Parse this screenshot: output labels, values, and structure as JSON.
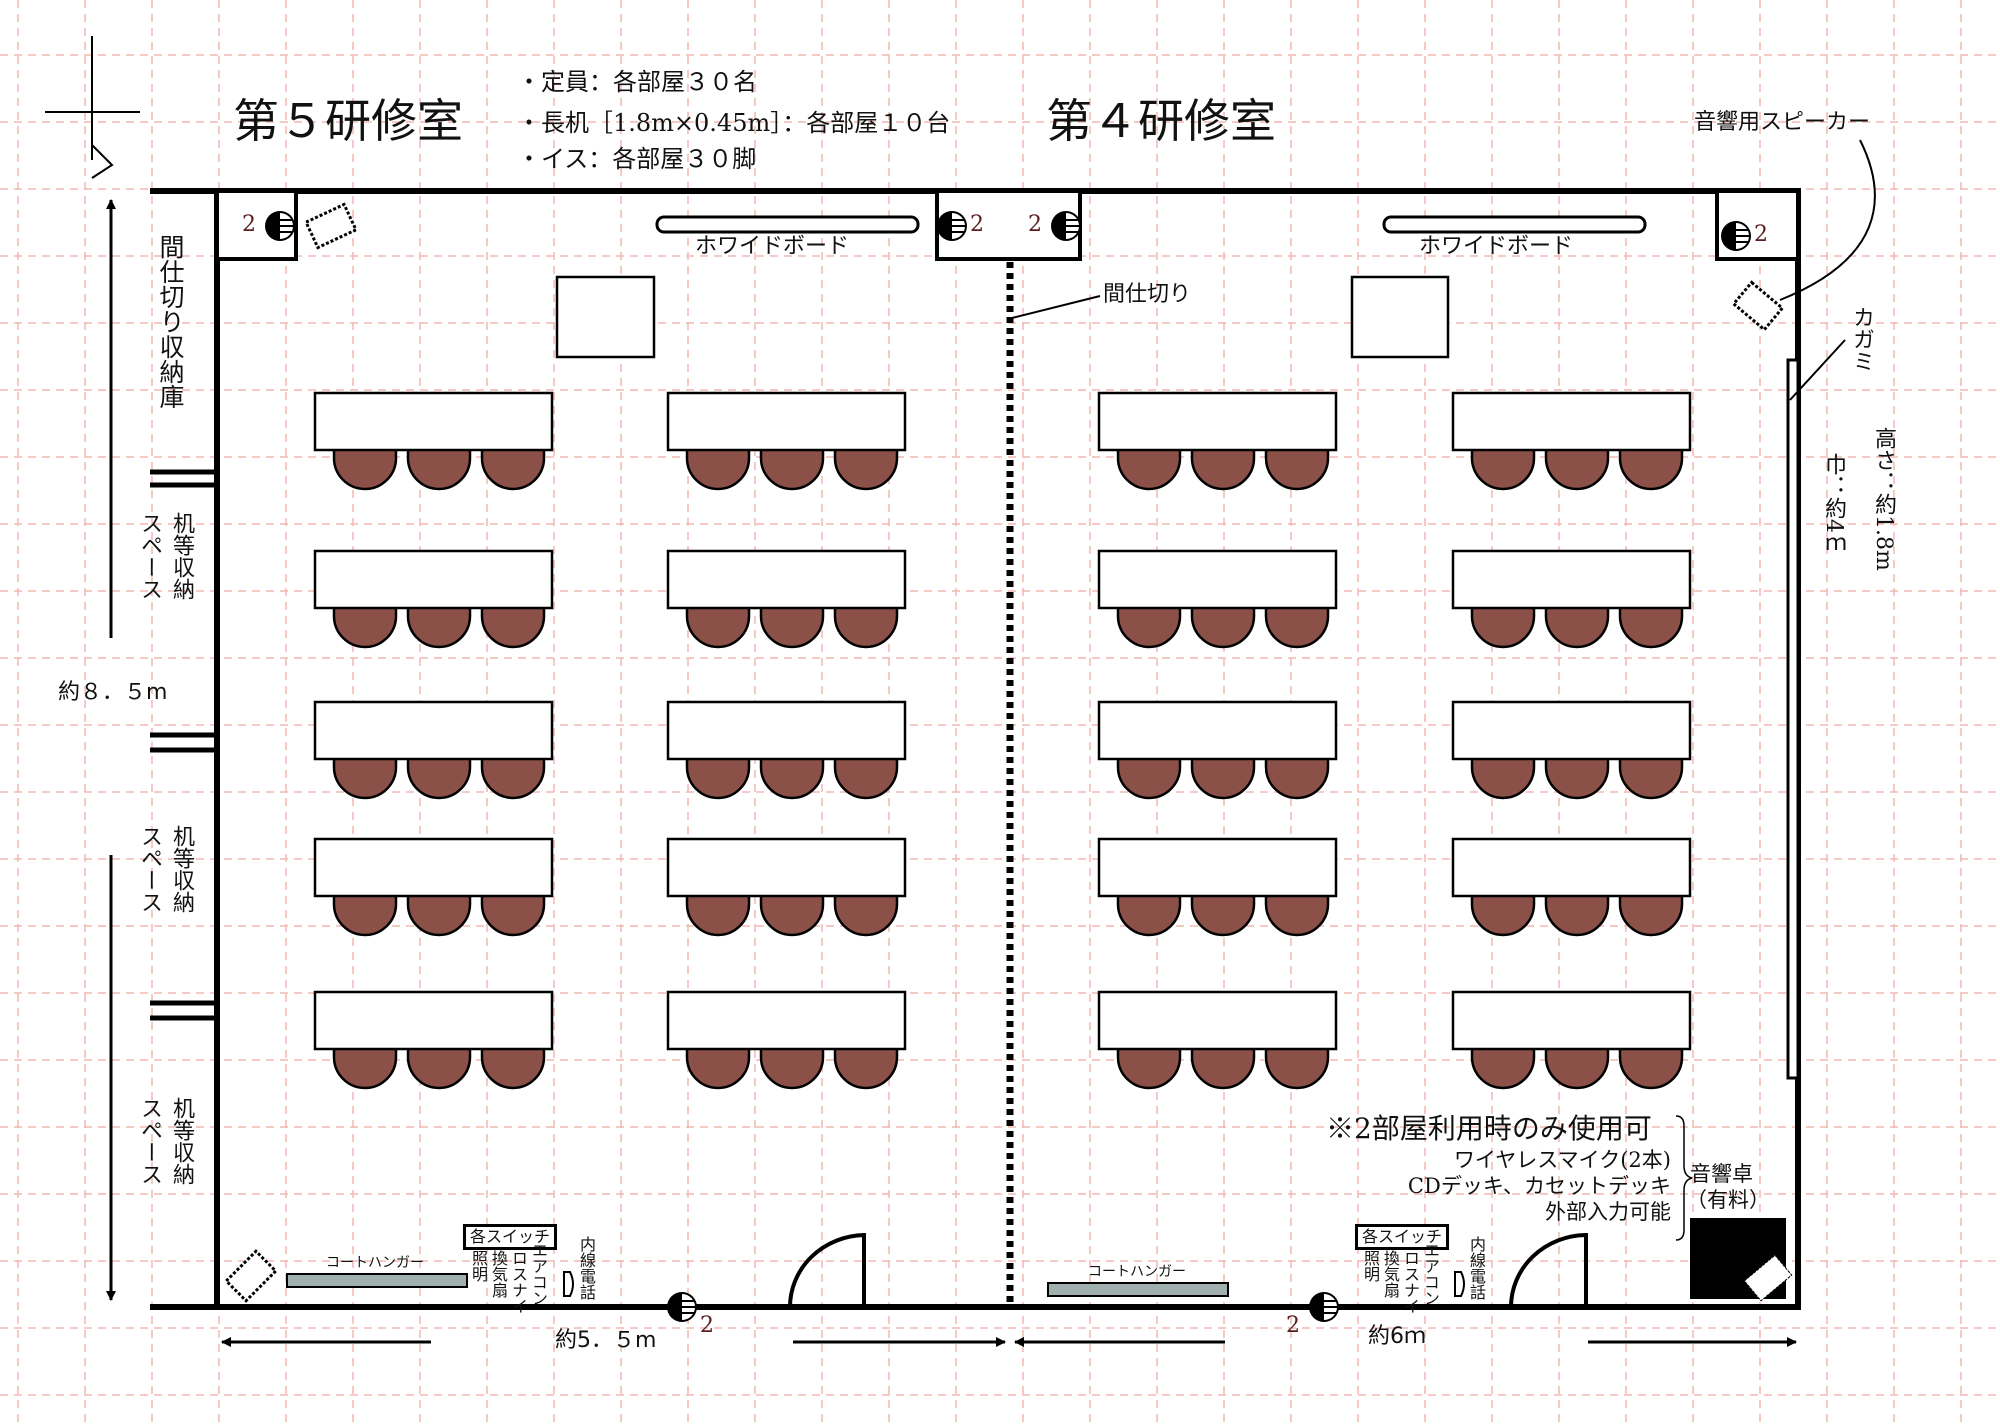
{
  "rooms": [
    {
      "name": "第５研修室",
      "whiteboard": "ホワイドボード",
      "coat_hanger": "コートハンガー",
      "switch_label": "各スイッチ",
      "switches": [
        "照明",
        "換気扇",
        "ロスナイ",
        "エアコン"
      ],
      "phone": "内線電話",
      "width_label": "約5．５m",
      "speaker_count": "2"
    },
    {
      "name": "第４研修室",
      "whiteboard": "ホワイドボード",
      "coat_hanger": "コートハンガー",
      "switch_label": "各スイッチ",
      "switches": [
        "照明",
        "換気扇",
        "ロスナイ",
        "エアコン"
      ],
      "phone": "内線電話",
      "width_label": "約6ｍ",
      "speaker_count": "2"
    }
  ],
  "info": [
    "・定員：各部屋３０名",
    "・長机［1.8m×0.45m］：各部屋１０台",
    "・イス：各部屋３０脚"
  ],
  "partition_label": "間仕切り",
  "left_side": {
    "partition_storage": "間仕切り収納庫",
    "desk_storage": [
      "机等収納",
      "スペース"
    ],
    "height_label": "約８．５m"
  },
  "speaker_label": "音響用スピーカー",
  "mirror": {
    "label": "カガミ",
    "height": "高さ：約1.8m",
    "width": "巾：約4ｍ"
  },
  "audio": {
    "note": "※2部屋利用時のみ使用可",
    "items": [
      "ワイヤレスマイク(2本)",
      "CDデッキ、カセットデッキ",
      "外部入力可能"
    ],
    "desk_label": [
      "音響卓",
      "（有料）"
    ]
  },
  "speaker_number": "2",
  "layout_counts": {
    "table_rows": 5,
    "table_cols_per_room": 2,
    "chairs_per_table": 3
  },
  "colors": {
    "chair": "#8b5048",
    "grid": "#f2b8b0",
    "hanger": "#9fb0ae"
  }
}
